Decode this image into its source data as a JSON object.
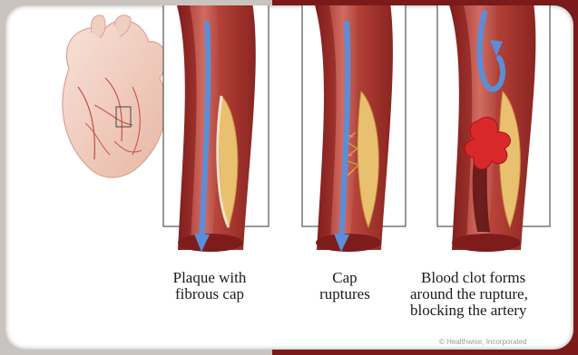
{
  "captions": {
    "plaque_line1": "Plaque with",
    "plaque_line2": "fibrous cap",
    "cap_line1": "Cap",
    "cap_line2": "ruptures",
    "clot_line1": "Blood clot forms",
    "clot_line2": "around the rupture,",
    "clot_line3": "blocking the artery"
  },
  "credit": "© Healthwise, Incorporated",
  "colors": {
    "artery_wall": "#a8332e",
    "artery_wall_dark": "#7e1c1c",
    "lumen": "#c85a50",
    "plaque": "#e8c070",
    "blood_flow": "#5b8ed8",
    "clot": "#d8282a",
    "heart": "#f3d4c8"
  }
}
